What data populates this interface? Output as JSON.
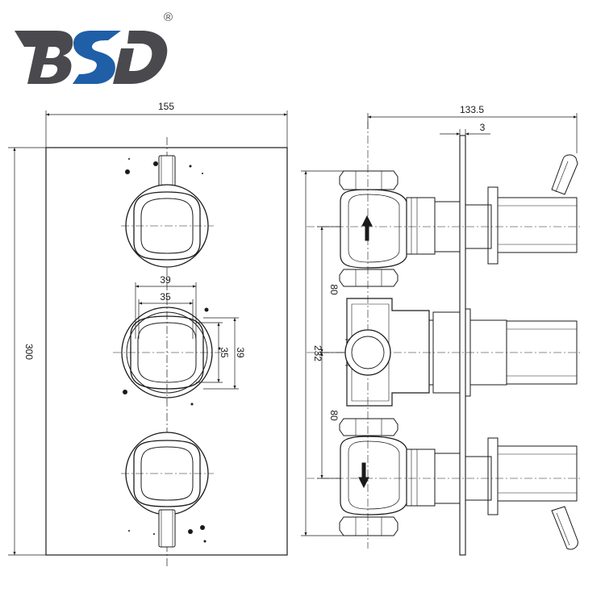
{
  "logo": {
    "brand_letters": "BSD",
    "registered_mark": "®",
    "color_dark": "#4a4a4e",
    "color_accent": "#1f5fa8"
  },
  "front_view": {
    "overall_width": "155",
    "overall_height": "300",
    "ring_outer_width": "39",
    "ring_inner_width": "35",
    "ring_inner_height": "35",
    "ring_outer_height": "39"
  },
  "side_view": {
    "overall_depth": "133.5",
    "plate_thickness": "3",
    "total_height": "232",
    "upper_spacing": "80",
    "lower_spacing": "80"
  },
  "colors": {
    "line": "#1a1a1a",
    "center_line": "#333333"
  }
}
